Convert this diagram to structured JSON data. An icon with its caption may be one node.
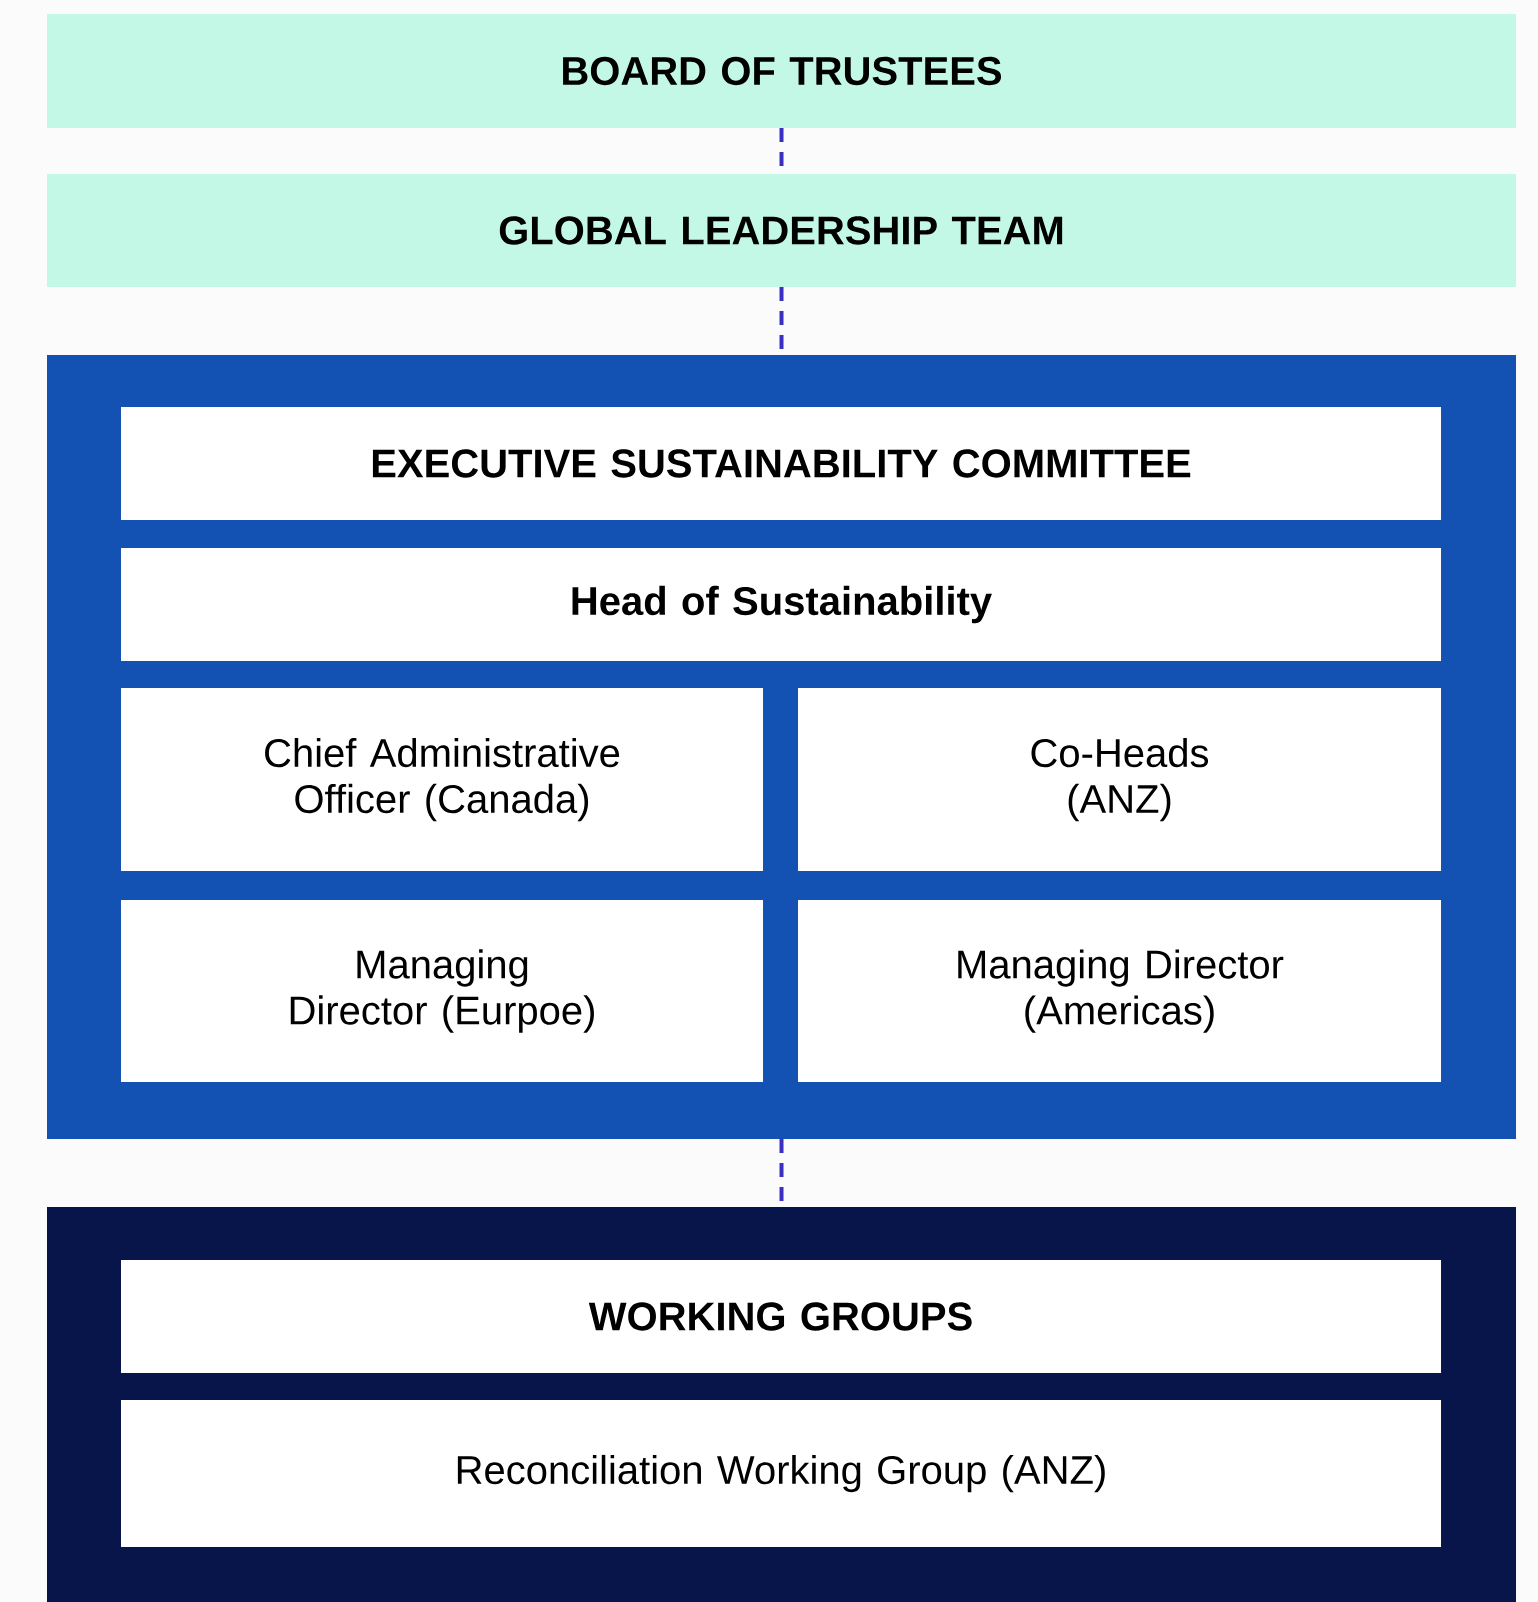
{
  "diagram": {
    "nodes": [
      {
        "text": [
          "BOARD OF TRUSTEES"
        ]
      },
      {
        "text": [
          "GLOBAL LEADERSHIP TEAM"
        ]
      },
      {
        "text": [],
        "shape": "box"
      },
      {
        "text": [
          "EXECUTIVE SUSTAINABILITY COMMITTEE"
        ],
        "in": 2
      },
      {
        "text": [
          "Head of Sustainability"
        ],
        "in": 2
      },
      {
        "text": [
          "Chief Administrative Officer (Canada)"
        ],
        "in": 2
      },
      {
        "text": [
          "Co-Heads (ANZ)"
        ],
        "in": 2
      },
      {
        "text": [
          "Managing Director (Eurpoe)"
        ],
        "in": 2
      },
      {
        "text": [
          "Managing Director (Americas)"
        ],
        "in": 2
      },
      {
        "text": [],
        "shape": "box"
      },
      {
        "text": [
          "WORKING GROUPS"
        ],
        "in": 9
      },
      {
        "text": [
          "Reconciliation Working Group (ANZ)"
        ],
        "in": 9
      }
    ],
    "edges": [
      {
        "from": 0,
        "to": 1,
        "arrow": "none",
        "style": "dashed",
        "color": "#3a2fc0"
      },
      {
        "from": 1,
        "to": 2,
        "arrow": "none",
        "style": "dashed",
        "color": "#3a2fc0"
      },
      {
        "from": 2,
        "to": 9,
        "arrow": "none",
        "style": "dashed",
        "color": "#3a2fc0"
      }
    ]
  }
}
